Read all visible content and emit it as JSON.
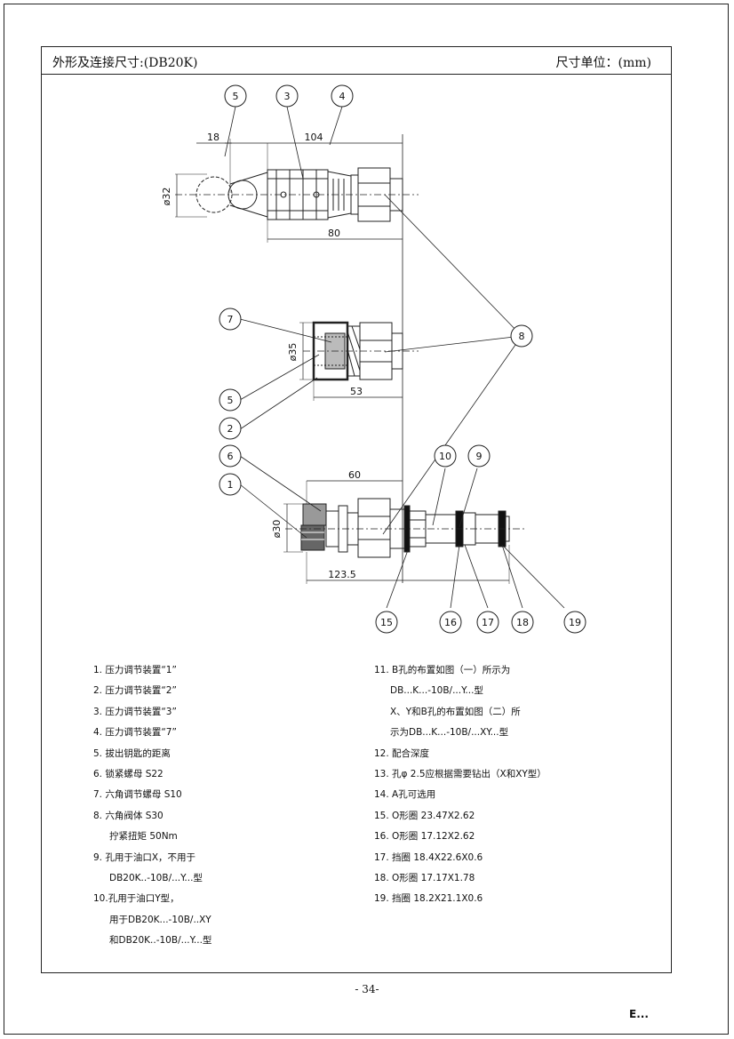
{
  "header": {
    "title": "外形及连接尺寸:(DB20K)",
    "units": "尺寸单位：(mm)"
  },
  "drawing": {
    "dimensions": {
      "d18": "18",
      "d104": "104",
      "d32": "ø32",
      "d80": "80",
      "d35": "ø35",
      "d53": "53",
      "d60": "60",
      "d30": "ø30",
      "d1235": "123.5"
    },
    "callouts": {
      "c5a": "5",
      "c3": "3",
      "c4": "4",
      "c7": "7",
      "c5b": "5",
      "c2": "2",
      "c8": "8",
      "c6": "6",
      "c1": "1",
      "c10": "10",
      "c9": "9",
      "c15": "15",
      "c16": "16",
      "c17": "17",
      "c18": "18",
      "c19": "19"
    }
  },
  "legend": {
    "left": [
      {
        "text": "1. 压力调节装置“1”",
        "cont": false
      },
      {
        "text": "2. 压力调节装置“2”",
        "cont": false
      },
      {
        "text": "3. 压力调节装置“3”",
        "cont": false
      },
      {
        "text": "4. 压力调节装置“7”",
        "cont": false
      },
      {
        "text": "5. 拔出钥匙的距离",
        "cont": false
      },
      {
        "text": "6. 锁紧螺母 S22",
        "cont": false
      },
      {
        "text": "7. 六角调节螺母 S10",
        "cont": false
      },
      {
        "text": "8. 六角阀体 S30",
        "cont": false
      },
      {
        "text": "拧紧扭矩 50Nm",
        "cont": true
      },
      {
        "text": "9. 孔用于油口X，不用于",
        "cont": false
      },
      {
        "text": "DB20K..-10B/...Y...型",
        "cont": true
      },
      {
        "text": "10.孔用于油口Y型，",
        "cont": false
      },
      {
        "text": "用于DB20K...-10B/..XY",
        "cont": true
      },
      {
        "text": "和DB20K..-10B/...Y...型",
        "cont": true
      }
    ],
    "right": [
      {
        "text": "11. B孔的布置如图（一）所示为",
        "cont": false
      },
      {
        "text": "DB...K...-10B/...Y...型",
        "cont": true
      },
      {
        "text": "X、Y和B孔的布置如图（二）所",
        "cont": true
      },
      {
        "text": "示为DB...K...-10B/...XY...型",
        "cont": true
      },
      {
        "text": "12. 配合深度",
        "cont": false
      },
      {
        "text": "13. 孔φ 2.5应根据需要钻出（X和XY型）",
        "cont": false
      },
      {
        "text": "14. A孔可选用",
        "cont": false
      },
      {
        "text": "15. O形圈 23.47X2.62",
        "cont": false
      },
      {
        "text": "16. O形圈 17.12X2.62",
        "cont": false
      },
      {
        "text": "17. 挡圈 18.4X22.6X0.6",
        "cont": false
      },
      {
        "text": "18. O形圈 17.17X1.78",
        "cont": false
      },
      {
        "text": "19. 挡圈 18.2X21.1X0.6",
        "cont": false
      }
    ]
  },
  "footer": {
    "page_number": "- 34-",
    "corner_mark": "E..."
  }
}
